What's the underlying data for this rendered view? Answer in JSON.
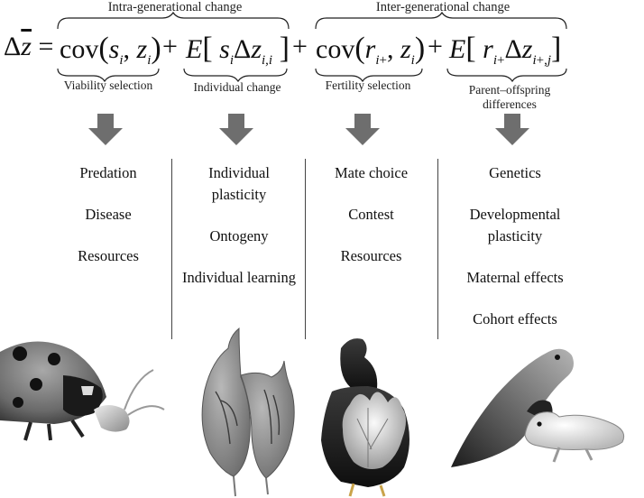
{
  "groups": {
    "intra": "Intra-generational change",
    "inter": "Inter-generational change"
  },
  "equation": {
    "lhs": "Δz̄ =",
    "term1": "cov(s_i , z_i)",
    "op1": "+",
    "term2": "E[ s_i Δz_i,i ]",
    "op2": "+",
    "term3": "cov(r_i+ , z_i)",
    "op3": "+",
    "term4": "E[ r_i+ Δz_i+,j ]"
  },
  "term_labels": {
    "t1": "Viability selection",
    "t2": "Individual change",
    "t3": "Fertility selection",
    "t4_line1": "Parent–offspring",
    "t4_line2": "differences"
  },
  "columns": [
    {
      "items": [
        "Predation",
        "Disease",
        "Resources"
      ]
    },
    {
      "items": [
        "Individual plasticity",
        "Ontogeny",
        "Individual learning"
      ]
    },
    {
      "items": [
        "Mate choice",
        "Contest",
        "Resources"
      ]
    },
    {
      "items": [
        "Genetics",
        "Developmental plasticity",
        "Maternal effects",
        "Cohort effects"
      ]
    }
  ],
  "icons": [
    "ladybird-aphid-icon",
    "daphnia-icon",
    "grouse-icon",
    "seal-pup-icon"
  ],
  "colors": {
    "arrow": "#6e6e6e",
    "divider": "#444444",
    "text": "#111111"
  }
}
